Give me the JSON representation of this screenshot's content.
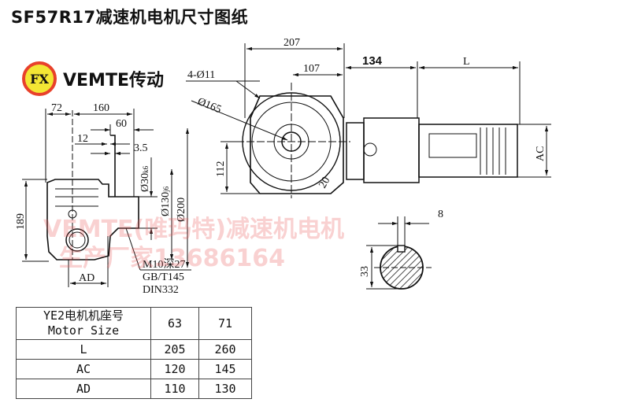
{
  "title": "SF57R17减速机电机尺寸图纸",
  "brand": {
    "logo_text": "FX",
    "name": "VEMTE传动"
  },
  "watermark": {
    "line1": "VEMTE(唯玛特)减速机电机",
    "line2": "生产厂家13686164"
  },
  "left_view": {
    "dims": {
      "d72": "72",
      "d160": "160",
      "d60": "60",
      "d12": "12",
      "d3_5": "3.5",
      "d189": "189",
      "shaft": "Ø30",
      "shaft_tol": "k6",
      "d130": "Ø130",
      "d130_tol": "j6",
      "d200": "Ø200",
      "ad": "AD"
    },
    "notes": [
      "M10深27",
      "GB/T145",
      "DIN332"
    ]
  },
  "right_view": {
    "dims": {
      "d207": "207",
      "d107": "107",
      "d134": "134",
      "L": "L",
      "holes": "4-Ø11",
      "pcd": "Ø165",
      "d112": "112",
      "ac": "AC",
      "d20": "20"
    }
  },
  "keyway": {
    "width": "8",
    "height": "33"
  },
  "table": {
    "header": {
      "label_cn": "YE2电机机座号",
      "label_en": "Motor Size",
      "sizes": [
        "63",
        "71"
      ]
    },
    "rows": [
      {
        "label": "L",
        "values": [
          "205",
          "260"
        ]
      },
      {
        "label": "AC",
        "values": [
          "120",
          "145"
        ]
      },
      {
        "label": "AD",
        "values": [
          "110",
          "130"
        ]
      }
    ]
  }
}
